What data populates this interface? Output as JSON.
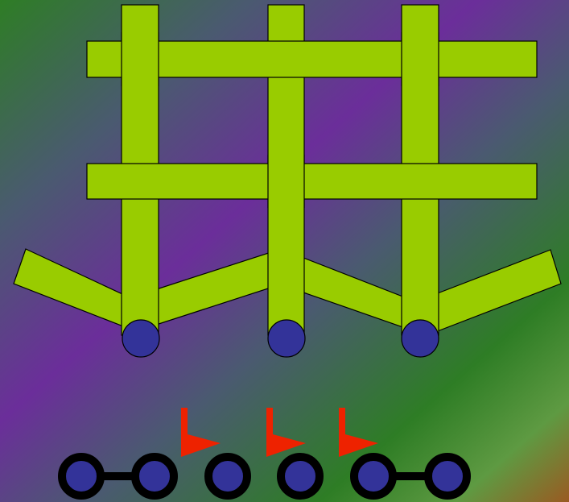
{
  "colors": {
    "background_stops": [
      "#2e7d25",
      "#4a5a70",
      "#6b2e9a",
      "#4a5a70",
      "#2e7d25",
      "#5e9a42",
      "#9a5a22"
    ],
    "bar_fill": "#99cc00",
    "outline": "#000000",
    "node_fill": "#333399",
    "flag_fill": "#ee2200"
  },
  "icons": {
    "joint": "circle-node-icon",
    "flag": "flag-icon",
    "chain_node": "chain-node-icon"
  },
  "diagram": {
    "vertical_bars": 3,
    "horizontal_bars": 2,
    "chevron_segments": 4,
    "joints": 3,
    "chain_nodes": 6,
    "chain_links": [
      [
        0,
        1
      ],
      [
        4,
        5
      ]
    ],
    "flags": 3
  }
}
